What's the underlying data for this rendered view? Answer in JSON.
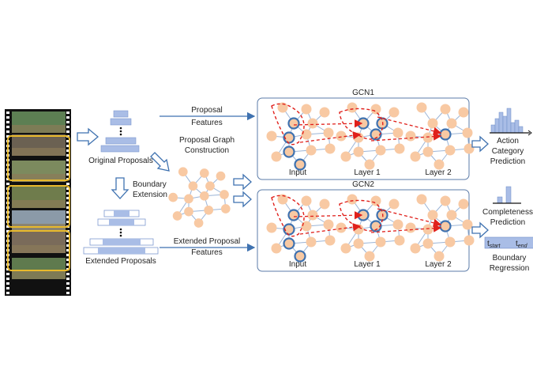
{
  "figure": {
    "proposal_features": [
      "Proposal",
      "Features"
    ],
    "original_proposals": "Original Proposals",
    "proposal_graph_construction": [
      "Proposal Graph",
      "Construction"
    ],
    "boundary_extension": [
      "Boundary",
      "Extension"
    ],
    "extended_proposals": "Extended Proposals",
    "extended_proposal_features": [
      "Extended Proposal",
      "Features"
    ],
    "gcn1": {
      "title": "GCN1",
      "stages": [
        "Input",
        "Layer 1",
        "Layer 2"
      ]
    },
    "gcn2": {
      "title": "GCN2",
      "stages": [
        "Input",
        "Layer 1",
        "Layer 2"
      ]
    },
    "outputs": {
      "action_category": [
        "Action",
        "Category",
        "Prediction"
      ],
      "completeness": [
        "Completeness",
        "Prediction"
      ],
      "boundary_regression": [
        "Boundary",
        "Regression"
      ],
      "t_start": "t",
      "t_start_sub": "start",
      "t_end": "t",
      "t_end_sub": "end"
    }
  },
  "colors": {
    "node_fill": "#f8c9a3",
    "node_ring": "#3f72b0",
    "edge": "#9bb4d6",
    "proposal_bar": "#a9bde6",
    "arrow": "#3f72b0",
    "dashed": "#e0201b",
    "frame": "#e8b92c"
  }
}
